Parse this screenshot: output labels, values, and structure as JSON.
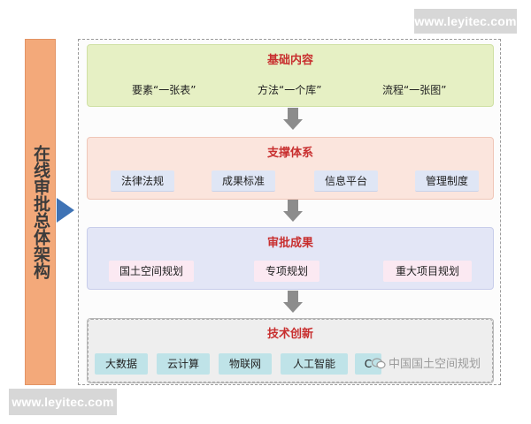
{
  "watermark": {
    "text": "www.leyitec.com"
  },
  "sidebar": {
    "label": "在线审批总体架构"
  },
  "layers": [
    {
      "title": "基础内容",
      "items": [
        "要素“一张表”",
        "方法“一个库”",
        "流程“一张图”"
      ]
    },
    {
      "title": "支撑体系",
      "items": [
        "法律法规",
        "成果标准",
        "信息平台",
        "管理制度"
      ]
    },
    {
      "title": "审批成果",
      "items": [
        "国土空间规划",
        "专项规划",
        "重大项目规划"
      ]
    },
    {
      "title": "技术创新",
      "items": [
        "大数据",
        "云计算",
        "物联网",
        "人工智能",
        "C"
      ]
    }
  ],
  "credit": {
    "text": "中国国土空间规划"
  },
  "colors": {
    "sidebar": "#f3a97a",
    "pointer": "#3f73b5",
    "title": "#c82f2f",
    "layer_1": "#e6f0c4",
    "layer_2": "#fbe5dd",
    "layer_3": "#e3e6f6",
    "layer_4": "#eeeeee",
    "tech_tag": "#bfe3e8",
    "arrow": "#8c8c8c"
  }
}
